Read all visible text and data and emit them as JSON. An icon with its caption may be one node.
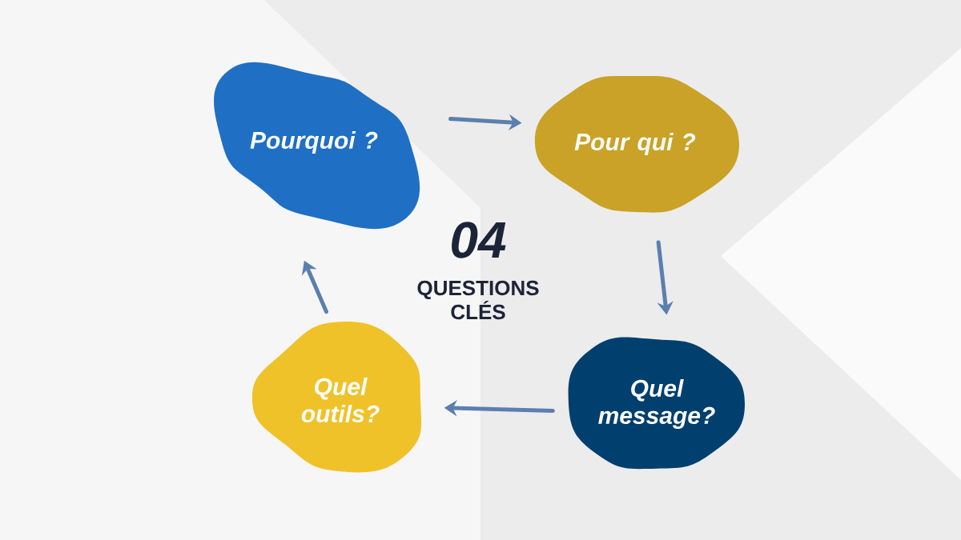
{
  "diagram": {
    "nodes": [
      {
        "text": [
          "Pourquoi ?"
        ]
      },
      {
        "text": [
          "Pour qui ?"
        ]
      },
      {
        "text": [
          "Quel message?"
        ]
      },
      {
        "text": [
          "Quel outils?"
        ]
      }
    ],
    "edges": [
      {
        "from": 0,
        "to": 1,
        "arrow": "to"
      },
      {
        "from": 1,
        "to": 2,
        "arrow": "to"
      },
      {
        "from": 2,
        "to": 3,
        "arrow": "to"
      },
      {
        "from": 3,
        "to": 0,
        "arrow": "to"
      }
    ],
    "labels": [
      "04",
      "QUESTIONS CLÉS"
    ]
  }
}
